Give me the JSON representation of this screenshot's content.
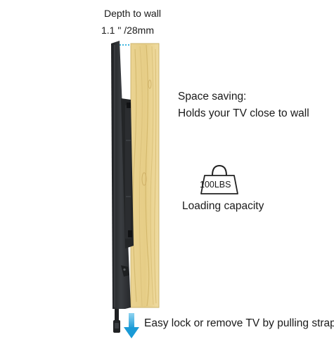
{
  "depth": {
    "label": "Depth to wall",
    "value": "1.1 \" /28mm"
  },
  "space_saving": {
    "heading": "Space saving:",
    "body": "Holds your TV close to wall"
  },
  "capacity": {
    "weight_label": "100LBS",
    "label": "Loading capacity"
  },
  "strap_note": {
    "text": "Easy lock or remove TV by pulling straps"
  },
  "icons": {
    "weight": "kettlebell-weight-icon",
    "arrow": "down-arrow-icon",
    "dimension": "dashed-dimension-line"
  },
  "colors": {
    "wood": "#e8d08c",
    "wood_grain": "#d4b86a",
    "bracket": "#2e3033",
    "arrow": "#2aa8dc",
    "dimension": "#3fb6e0"
  }
}
